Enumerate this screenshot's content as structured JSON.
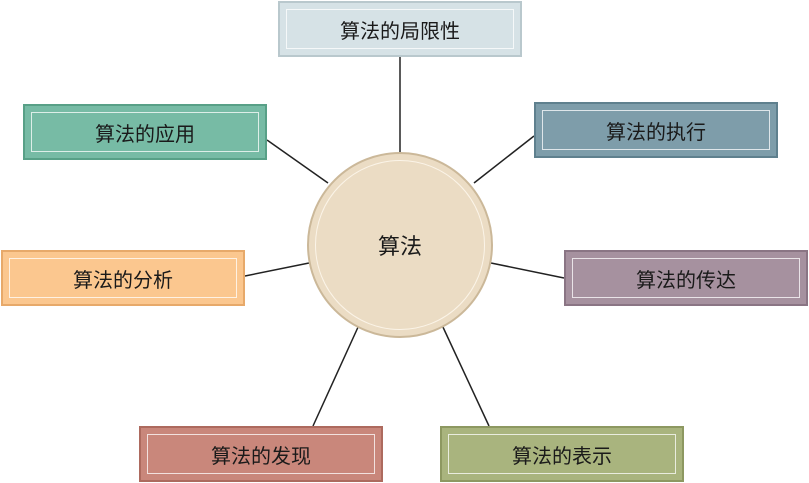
{
  "center": {
    "label": "算法"
  },
  "nodes": {
    "limit": {
      "label": "算法的局限性"
    },
    "apply": {
      "label": "算法的应用"
    },
    "exec": {
      "label": "算法的执行"
    },
    "analyze": {
      "label": "算法的分析"
    },
    "convey": {
      "label": "算法的传达"
    },
    "discover": {
      "label": "算法的发现"
    },
    "repr": {
      "label": "算法的表示"
    }
  }
}
